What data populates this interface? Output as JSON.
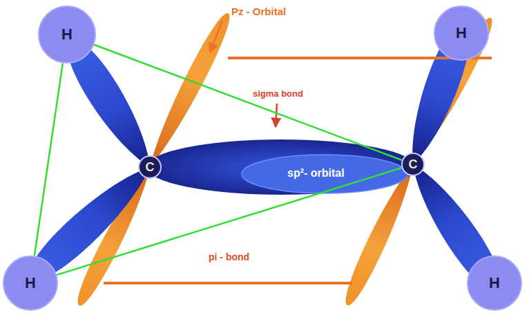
{
  "diagram": {
    "nodes": [
      {
        "text": [
          "H"
        ]
      },
      {
        "text": [
          "H"
        ]
      },
      {
        "text": [
          "C"
        ]
      },
      {
        "text": [
          "C"
        ]
      },
      {
        "text": [
          "H"
        ]
      },
      {
        "text": [
          "H"
        ]
      }
    ],
    "edges": [
      {
        "from": 0,
        "to": 4,
        "arrow": "none"
      },
      {
        "from": 0,
        "to": 3,
        "arrow": "none"
      },
      {
        "from": 4,
        "to": 3,
        "arrow": "none"
      }
    ],
    "labels": [
      "Pz - Orbital",
      "sigma bond",
      "sp²- orbital",
      "pi - bond"
    ]
  }
}
